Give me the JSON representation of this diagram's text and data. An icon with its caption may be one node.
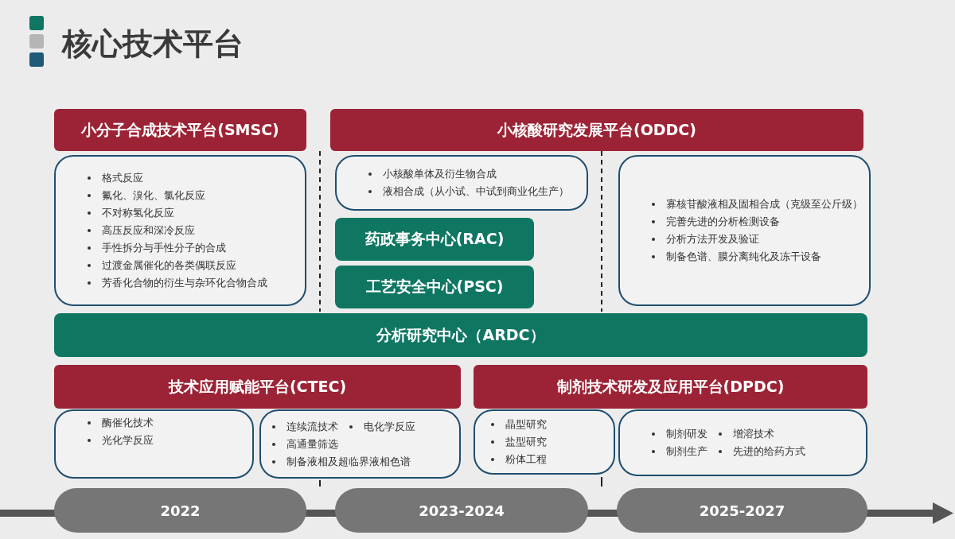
{
  "diagram": {
    "title": "核心技术平台",
    "nodes": [
      {
        "text": [
          "小分子合成技术平台(SMSC)"
        ]
      },
      {
        "text": [
          "格式反应",
          "氟化、溴化、氯化反应",
          "不对称氢化反应",
          "高压反应和深冷反应",
          "手性拆分与手性分子的合成",
          "过渡金属催化的各类偶联反应",
          "芳香化合物的衍生与杂环化合物合成"
        ]
      },
      {
        "text": [
          "小核酸研究发展平台(ODDC)"
        ]
      },
      {
        "text": [
          "小核酸单体及衍生物合成",
          "液相合成（从小试、中试到商业化生产）"
        ]
      },
      {
        "text": [
          "药政事务中心(RAC)"
        ]
      },
      {
        "text": [
          "工艺安全中心(PSC)"
        ]
      },
      {
        "text": [
          "寡核苷酸液相及固相合成（克级至公斤级）",
          "完善先进的分析检测设备",
          "分析方法开发及验证",
          "制备色谱、膜分离纯化及冻干设备"
        ]
      },
      {
        "text": [
          "分析研究中心（ARDC）"
        ]
      },
      {
        "text": [
          "技术应用赋能平台(CTEC)"
        ]
      },
      {
        "text": [
          "酶催化技术",
          "光化学反应"
        ]
      },
      {
        "text": [
          "连续流技术",
          "电化学反应",
          "高通量筛选",
          "制备液相及超临界液相色谱"
        ]
      },
      {
        "text": [
          "制剂技术研发及应用平台(DPDC)"
        ]
      },
      {
        "text": [
          "晶型研究",
          "盐型研究",
          "粉体工程"
        ]
      },
      {
        "text": [
          "制剂研发",
          "增溶技术",
          "制剂生产",
          "先进的给药方式"
        ]
      },
      {
        "text": [
          "2022"
        ]
      },
      {
        "text": [
          "2023-2024"
        ]
      },
      {
        "text": [
          "2025-2027"
        ]
      }
    ]
  }
}
